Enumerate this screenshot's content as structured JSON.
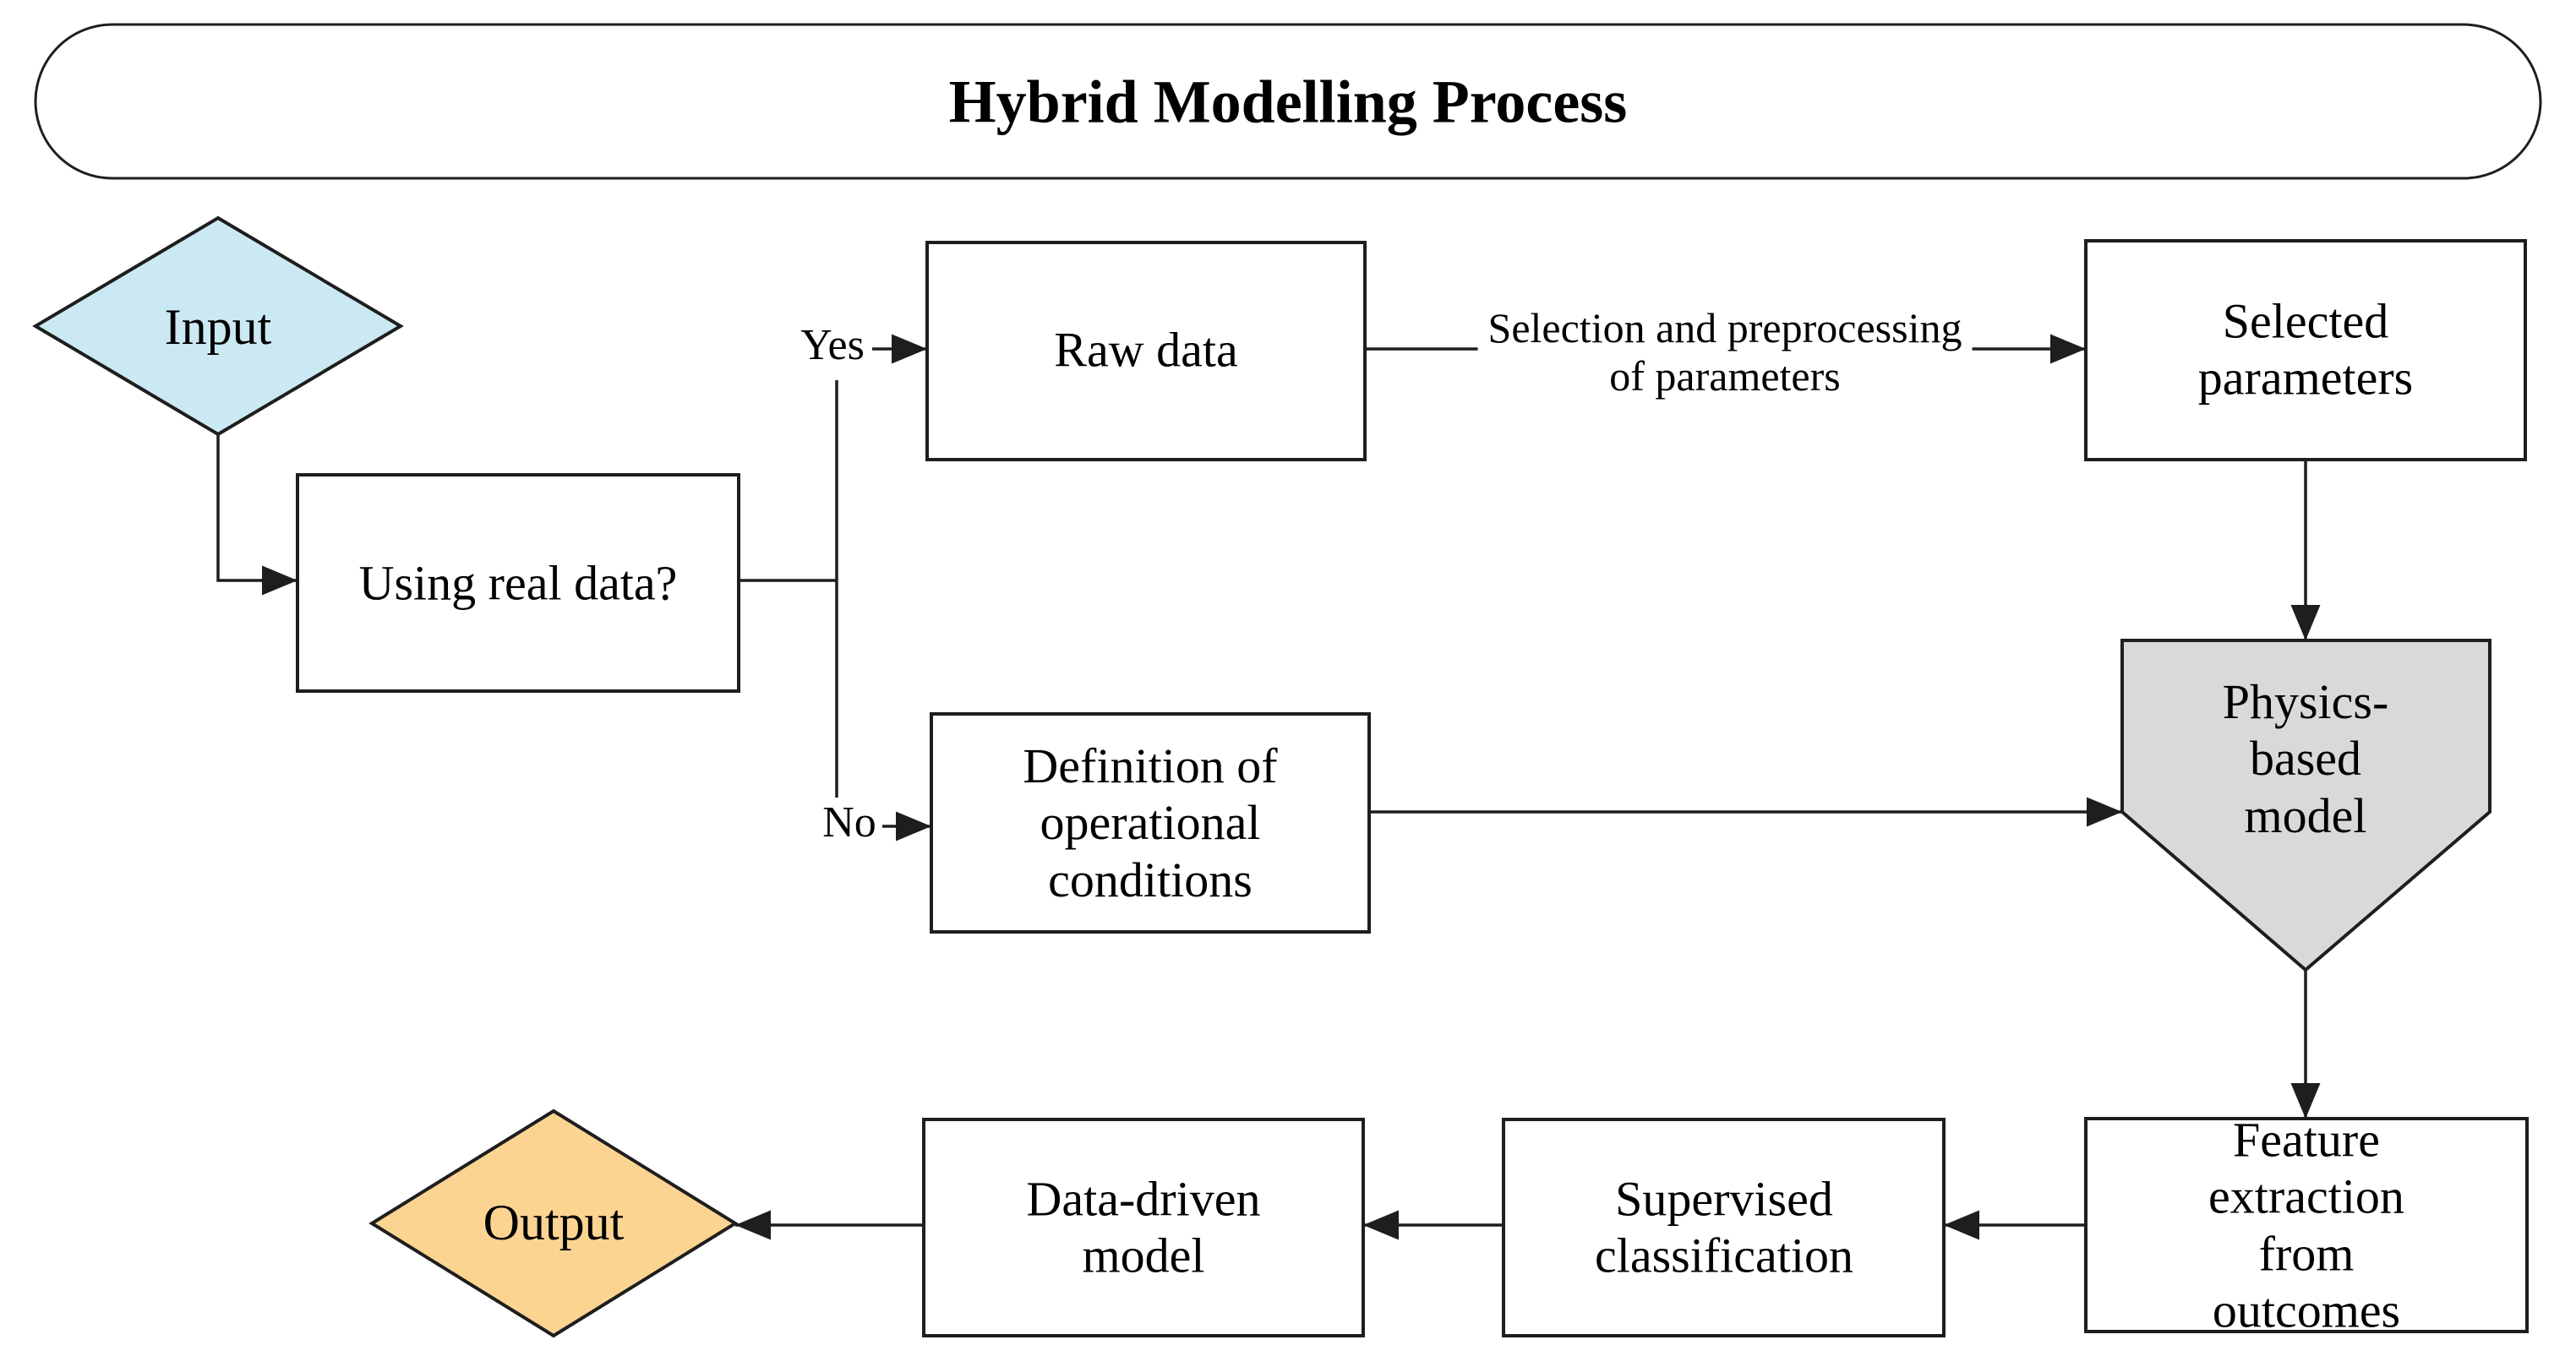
{
  "title": "Hybrid Modelling Process",
  "nodes": {
    "input": {
      "shape": "diamond",
      "label": "Input",
      "fill": "#cbe9f2"
    },
    "using_real_data": {
      "shape": "rect",
      "label": "Using real data?",
      "fill": "#ffffff"
    },
    "raw_data": {
      "shape": "rect",
      "label": "Raw data",
      "fill": "#ffffff"
    },
    "selected_parameters": {
      "shape": "rect",
      "label": "Selected\nparameters",
      "fill": "#ffffff"
    },
    "definition_operational_conditions": {
      "shape": "rect",
      "label": "Definition of\noperational\nconditions",
      "fill": "#ffffff"
    },
    "physics_based_model": {
      "shape": "pentagon-down",
      "label": "Physics-based\nmodel",
      "fill": "#d9d9d9"
    },
    "feature_extraction": {
      "shape": "rect",
      "label": "Feature\nextraction from\noutcomes",
      "fill": "#ffffff"
    },
    "supervised_classification": {
      "shape": "rect",
      "label": "Supervised\nclassification",
      "fill": "#ffffff"
    },
    "data_driven_model": {
      "shape": "rect",
      "label": "Data-driven\nmodel",
      "fill": "#ffffff"
    },
    "output": {
      "shape": "diamond",
      "label": "Output",
      "fill": "#fbd492"
    }
  },
  "edge_labels": {
    "yes": "Yes",
    "no": "No",
    "selection_preprocessing": "Selection and preprocessing\nof parameters"
  },
  "colors": {
    "stroke": "#1e1e1e",
    "background": "#ffffff",
    "input_fill": "#cbe9f2",
    "output_fill": "#fbd492",
    "physics_fill": "#d9d9d9"
  }
}
